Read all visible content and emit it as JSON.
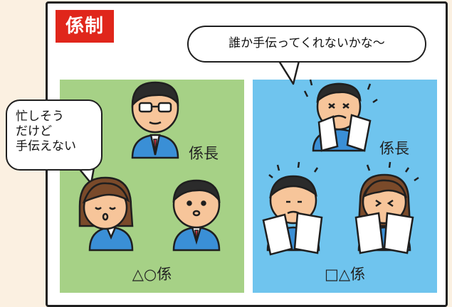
{
  "title": "係制",
  "bubble_right": "誰か手伝ってくれないかな～",
  "bubble_left": [
    "忙しそう",
    "だけど",
    "手伝えない"
  ],
  "group_left": {
    "name": "△○係",
    "role": "係長"
  },
  "group_right": {
    "name": "□△係",
    "role": "係長"
  },
  "colors": {
    "background": "#fbf0e1",
    "title_tag": "#e0261b",
    "group_left": "#a6d186",
    "group_right": "#6fc4ee"
  }
}
